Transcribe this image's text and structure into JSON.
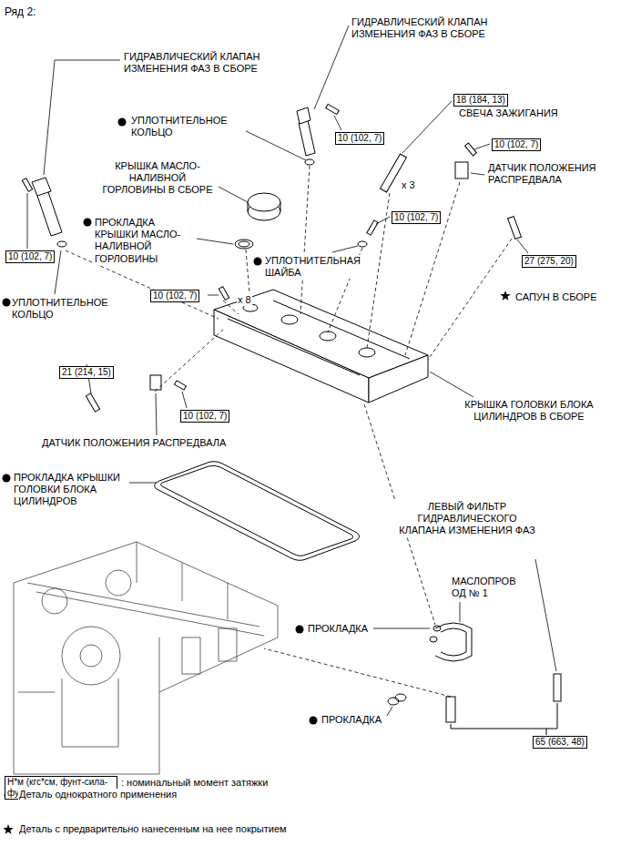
{
  "diagram": {
    "title": "Ряд 2:",
    "nodes": [
      {
        "text": [
          "10 (102, 7)"
        ]
      },
      {
        "text": [
          "18 (184, 13)"
        ]
      },
      {
        "text": [
          "10 (102, 7)"
        ]
      },
      {
        "text": [
          "10 (102, 7)"
        ]
      },
      {
        "text": [
          "10 (102, 7)"
        ]
      },
      {
        "text": [
          "27 (275, 20)"
        ]
      },
      {
        "text": [
          "10 (102, 7)"
        ]
      },
      {
        "text": [
          "21 (214, 15)"
        ]
      },
      {
        "text": [
          "10 (102, 7)"
        ]
      },
      {
        "text": [
          "65 (663, 48)"
        ]
      },
      {
        "text": [
          "Н*м (кгс*см, фунт-сила-фут)"
        ]
      }
    ],
    "labels": [
      "ГИДРАВЛИЧЕСКИЙ КЛАПАН ИЗМЕНЕНИЯ ФАЗ В СБОРЕ",
      "ГИДРАВЛИЧЕСКИЙ КЛАПАН ИЗМЕНЕНИЯ ФАЗ В СБОРЕ",
      "СВЕЧА ЗАЖИГАНИЯ",
      "УПЛОТНИТЕЛЬНОЕ КОЛЬЦО",
      "КРЫШКА МАСЛО-НАЛИВНОЙ ГОРЛОВИНЫ В СБОРЕ",
      "ДАТЧИК ПОЛОЖЕНИЯ РАСПРЕДВАЛА",
      "x 3",
      "ПРОКЛАДКА КРЫШКИ МАСЛО-НАЛИВНОЙ ГОРЛОВИНЫ",
      "УПЛОТНИТЕЛЬНАЯ ШАЙБА",
      "САПУН В СБОРЕ",
      "x 8",
      "УПЛОТНИТЕЛЬНОЕ КОЛЬЦО",
      "КРЫШКА ГОЛОВКИ БЛОКА ЦИЛИНДРОВ В СБОРЕ",
      "ДАТЧИК ПОЛОЖЕНИЯ РАСПРЕДВАЛА",
      "ПРОКЛАДКА КРЫШКИ ГОЛОВКИ БЛОКА ЦИЛИНДРОВ",
      "ЛЕВЫЙ ФИЛЬТР ГИДРАВЛИЧЕСКОГО КЛАПАНА ИЗМЕНЕНИЯ ФАЗ",
      "МАСЛОПРОВ ОД № 1",
      "ПРОКЛАДКА",
      "ПРОКЛАДКА"
    ],
    "legend": [
      {
        "text": ": номинальный момент затяжки"
      },
      {
        "text": "Деталь однократного применения"
      },
      {
        "text": "Деталь с предварительно нанесенным на нее покрытием"
      }
    ]
  }
}
